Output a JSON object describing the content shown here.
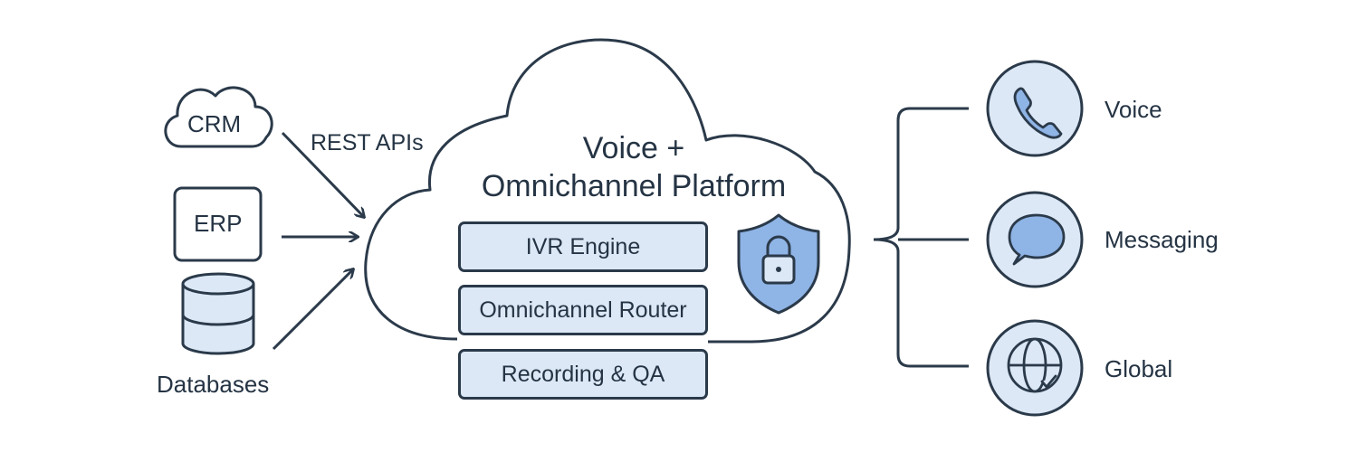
{
  "colors": {
    "stroke": "#2b3a4a",
    "fill_light": "#dce8f6",
    "fill_accent": "#8fb4e6",
    "background": "#ffffff"
  },
  "sources": {
    "crm": {
      "label": "CRM",
      "icon": "cloud-icon"
    },
    "erp": {
      "label": "ERP",
      "icon": "box-icon"
    },
    "databases": {
      "label": "Databases",
      "icon": "database-icon"
    },
    "connector_label": "REST APIs"
  },
  "platform": {
    "title_line1": "Voice +",
    "title_line2": "Omnichannel Platform",
    "modules": [
      {
        "label": "IVR Engine"
      },
      {
        "label": "Omnichannel Router"
      },
      {
        "label": "Recording & QA"
      }
    ],
    "security_icon": "shield-lock-icon"
  },
  "channels": [
    {
      "label": "Voice",
      "icon": "phone-icon"
    },
    {
      "label": "Messaging",
      "icon": "chat-bubble-icon"
    },
    {
      "label": "Global",
      "icon": "globe-icon"
    }
  ]
}
